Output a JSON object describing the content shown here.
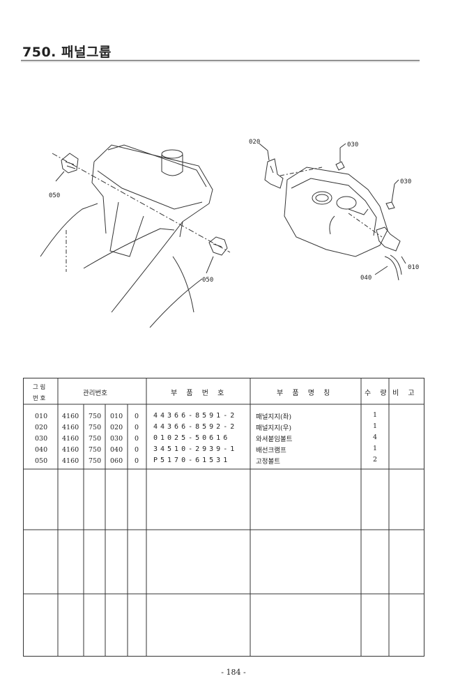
{
  "header": {
    "title": "750. 패널그룹"
  },
  "diagram": {
    "callouts": [
      "050",
      "050",
      "020",
      "030",
      "030",
      "010",
      "040"
    ]
  },
  "table": {
    "headers": {
      "fig_no": [
        "그 림",
        "번 호"
      ],
      "mgmt_no": "관리번호",
      "part_no": "부 품 번 호",
      "part_name": "부 품 명 칭",
      "qty": "수 량",
      "remarks": "비 고"
    },
    "rows": [
      {
        "fig": "010",
        "m1": "4160",
        "m2": "750",
        "m3": "010",
        "m4": "0",
        "part": "44366-8591-2",
        "name": "패널지지(좌)",
        "qty": "1"
      },
      {
        "fig": "020",
        "m1": "4160",
        "m2": "750",
        "m3": "020",
        "m4": "0",
        "part": "44366-8592-2",
        "name": "패널지지(우)",
        "qty": "1"
      },
      {
        "fig": "030",
        "m1": "4160",
        "m2": "750",
        "m3": "030",
        "m4": "0",
        "part": "01025-50616",
        "name": "와셔붙임볼트",
        "qty": "4"
      },
      {
        "fig": "040",
        "m1": "4160",
        "m2": "750",
        "m3": "040",
        "m4": "0",
        "part": "34510-2939-1",
        "name": "배선크램프",
        "qty": "1"
      },
      {
        "fig": "050",
        "m1": "4160",
        "m2": "750",
        "m3": "060",
        "m4": "0",
        "part": "P5170-61531",
        "name": "고정볼트",
        "qty": "2"
      }
    ]
  },
  "footer": {
    "page": "- 184 -"
  }
}
